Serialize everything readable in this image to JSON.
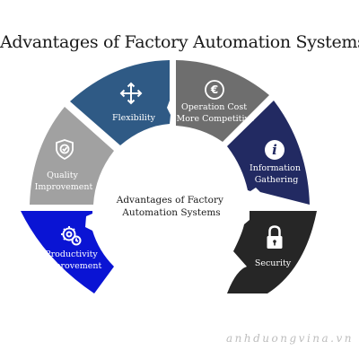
{
  "title": "Advantages of Factory Automation Systems",
  "center_text": [
    "Advantages of Factory",
    "Automation Systems"
  ],
  "segments": [
    {
      "id": "productivity",
      "lines": [
        "Productivity",
        "Improvement"
      ],
      "color": "#0a14d4",
      "icon": "gears-clock-icon"
    },
    {
      "id": "quality",
      "lines": [
        "Quality",
        "Improvement"
      ],
      "color": "#a1a1a1",
      "icon": "shield-check-icon"
    },
    {
      "id": "flexibility",
      "lines": [
        "Flexibility"
      ],
      "color": "#2f5a85",
      "icon": "move-arrows-icon"
    },
    {
      "id": "cost",
      "lines": [
        "Operation Cost",
        "More Competitive"
      ],
      "color": "#6e6e6e",
      "icon": "euro-coin-icon"
    },
    {
      "id": "information",
      "lines": [
        "Information",
        "Gathering"
      ],
      "color": "#222a62",
      "icon": "info-icon"
    },
    {
      "id": "security",
      "lines": [
        "Security"
      ],
      "color": "#262626",
      "icon": "padlock-icon"
    }
  ],
  "watermark": "anhduongvina.vn"
}
